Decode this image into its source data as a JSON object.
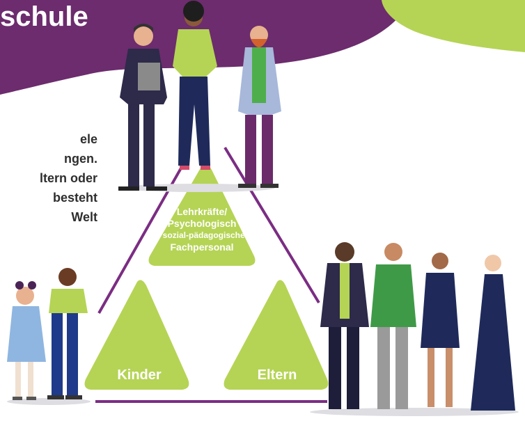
{
  "header": {
    "title": "schule"
  },
  "intro": {
    "lines": [
      "ele",
      "ngen.",
      "ltern oder",
      "besteht",
      "Welt"
    ]
  },
  "triangle": {
    "top_label": [
      "Lehrkräfte/",
      "Psychologisch",
      "& sozial-pädagogisches",
      "Fachpersonal"
    ],
    "left_label": "Kinder",
    "right_label": "Eltern"
  },
  "colors": {
    "purple": "#6c2c6d",
    "green": "#b5d455",
    "line": "#7b2d83",
    "text": "#2e2e2e"
  }
}
